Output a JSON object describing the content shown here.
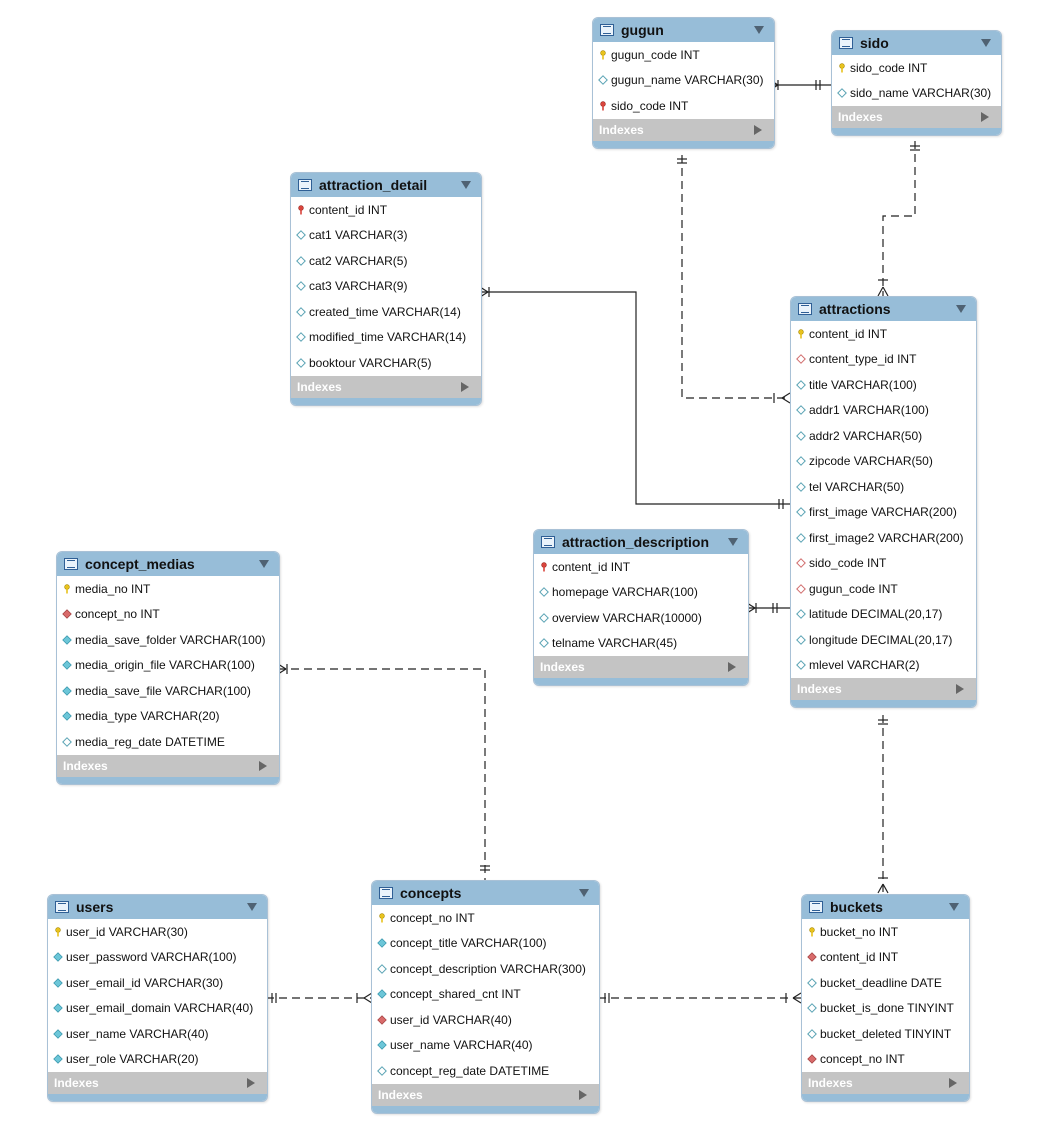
{
  "indexes_label": "Indexes",
  "tables": [
    {
      "id": "gugun",
      "name": "gugun",
      "columns": [
        {
          "text": "gugun_code INT",
          "icon": "primary-key-icon"
        },
        {
          "text": "gugun_name VARCHAR(30)",
          "icon": "nullable-column-icon"
        },
        {
          "text": "sido_code INT",
          "icon": "foreign-key-icon"
        }
      ]
    },
    {
      "id": "sido",
      "name": "sido",
      "columns": [
        {
          "text": "sido_code INT",
          "icon": "primary-key-icon"
        },
        {
          "text": "sido_name VARCHAR(30)",
          "icon": "nullable-column-icon"
        }
      ]
    },
    {
      "id": "attraction_detail",
      "name": "attraction_detail",
      "columns": [
        {
          "text": "content_id INT",
          "icon": "foreign-key-icon"
        },
        {
          "text": "cat1 VARCHAR(3)",
          "icon": "nullable-column-icon"
        },
        {
          "text": "cat2 VARCHAR(5)",
          "icon": "nullable-column-icon"
        },
        {
          "text": "cat3 VARCHAR(9)",
          "icon": "nullable-column-icon"
        },
        {
          "text": "created_time VARCHAR(14)",
          "icon": "nullable-column-icon"
        },
        {
          "text": "modified_time VARCHAR(14)",
          "icon": "nullable-column-icon"
        },
        {
          "text": "booktour VARCHAR(5)",
          "icon": "nullable-column-icon"
        }
      ]
    },
    {
      "id": "attractions",
      "name": "attractions",
      "columns": [
        {
          "text": "content_id INT",
          "icon": "primary-key-icon"
        },
        {
          "text": "content_type_id INT",
          "icon": "nullable-foreign-key-icon"
        },
        {
          "text": "title VARCHAR(100)",
          "icon": "nullable-column-icon"
        },
        {
          "text": "addr1 VARCHAR(100)",
          "icon": "nullable-column-icon"
        },
        {
          "text": "addr2 VARCHAR(50)",
          "icon": "nullable-column-icon"
        },
        {
          "text": "zipcode VARCHAR(50)",
          "icon": "nullable-column-icon"
        },
        {
          "text": "tel VARCHAR(50)",
          "icon": "nullable-column-icon"
        },
        {
          "text": "first_image VARCHAR(200)",
          "icon": "nullable-column-icon"
        },
        {
          "text": "first_image2 VARCHAR(200)",
          "icon": "nullable-column-icon"
        },
        {
          "text": "sido_code INT",
          "icon": "nullable-foreign-key-icon"
        },
        {
          "text": "gugun_code INT",
          "icon": "nullable-foreign-key-icon"
        },
        {
          "text": "latitude DECIMAL(20,17)",
          "icon": "nullable-column-icon"
        },
        {
          "text": "longitude DECIMAL(20,17)",
          "icon": "nullable-column-icon"
        },
        {
          "text": "mlevel VARCHAR(2)",
          "icon": "nullable-column-icon"
        }
      ]
    },
    {
      "id": "attraction_description",
      "name": "attraction_description",
      "columns": [
        {
          "text": "content_id INT",
          "icon": "foreign-key-icon"
        },
        {
          "text": "homepage VARCHAR(100)",
          "icon": "nullable-column-icon"
        },
        {
          "text": "overview VARCHAR(10000)",
          "icon": "nullable-column-icon"
        },
        {
          "text": "telname VARCHAR(45)",
          "icon": "nullable-column-icon"
        }
      ]
    },
    {
      "id": "concept_medias",
      "name": "concept_medias",
      "columns": [
        {
          "text": "media_no INT",
          "icon": "primary-key-icon"
        },
        {
          "text": "concept_no INT",
          "icon": "foreign-key-column-icon"
        },
        {
          "text": "media_save_folder VARCHAR(100)",
          "icon": "not-null-column-icon"
        },
        {
          "text": "media_origin_file VARCHAR(100)",
          "icon": "not-null-column-icon"
        },
        {
          "text": "media_save_file VARCHAR(100)",
          "icon": "not-null-column-icon"
        },
        {
          "text": "media_type VARCHAR(20)",
          "icon": "not-null-column-icon"
        },
        {
          "text": "media_reg_date DATETIME",
          "icon": "nullable-column-icon"
        }
      ]
    },
    {
      "id": "users",
      "name": "users",
      "columns": [
        {
          "text": "user_id VARCHAR(30)",
          "icon": "primary-key-icon"
        },
        {
          "text": "user_password VARCHAR(100)",
          "icon": "not-null-column-icon"
        },
        {
          "text": "user_email_id VARCHAR(30)",
          "icon": "not-null-column-icon"
        },
        {
          "text": "user_email_domain VARCHAR(40)",
          "icon": "not-null-column-icon"
        },
        {
          "text": "user_name VARCHAR(40)",
          "icon": "not-null-column-icon"
        },
        {
          "text": "user_role VARCHAR(20)",
          "icon": "not-null-column-icon"
        }
      ]
    },
    {
      "id": "concepts",
      "name": "concepts",
      "columns": [
        {
          "text": "concept_no INT",
          "icon": "primary-key-icon"
        },
        {
          "text": "concept_title VARCHAR(100)",
          "icon": "not-null-column-icon"
        },
        {
          "text": "concept_description VARCHAR(300)",
          "icon": "nullable-column-icon"
        },
        {
          "text": "concept_shared_cnt INT",
          "icon": "not-null-column-icon"
        },
        {
          "text": "user_id VARCHAR(40)",
          "icon": "foreign-key-column-icon"
        },
        {
          "text": "user_name VARCHAR(40)",
          "icon": "not-null-column-icon"
        },
        {
          "text": "concept_reg_date DATETIME",
          "icon": "nullable-column-icon"
        }
      ]
    },
    {
      "id": "buckets",
      "name": "buckets",
      "columns": [
        {
          "text": "bucket_no INT",
          "icon": "primary-key-icon"
        },
        {
          "text": "content_id INT",
          "icon": "foreign-key-column-icon"
        },
        {
          "text": "bucket_deadline DATE",
          "icon": "nullable-column-icon"
        },
        {
          "text": "bucket_is_done TINYINT",
          "icon": "nullable-column-icon"
        },
        {
          "text": "bucket_deleted TINYINT",
          "icon": "nullable-column-icon"
        },
        {
          "text": "concept_no INT",
          "icon": "foreign-key-column-icon"
        }
      ]
    }
  ]
}
